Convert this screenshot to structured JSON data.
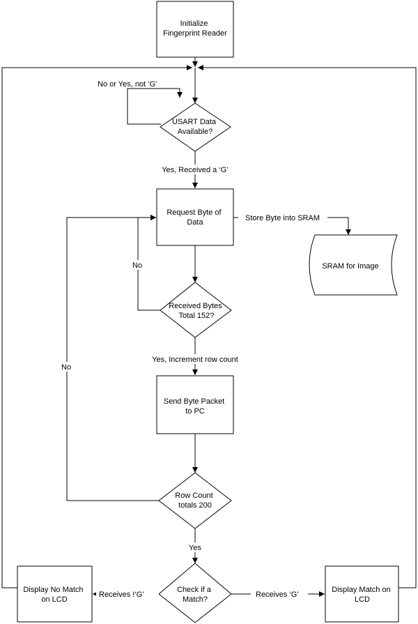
{
  "nodes": {
    "init": [
      "Initialize",
      "Fingerprint Reader"
    ],
    "usart": [
      "USART Data",
      "Available?"
    ],
    "request": [
      "Request Byte of",
      "Data"
    ],
    "sram": [
      "SRAM for Image"
    ],
    "received": [
      "Received Bytes",
      "Total 152?"
    ],
    "send": [
      "Send Byte Packet",
      "to PC"
    ],
    "rowcount": [
      "Row Count",
      "totals 200"
    ],
    "check": [
      "Check if a",
      "Match?"
    ],
    "nomatch": [
      "Display No Match",
      "on LCD"
    ],
    "match": [
      "Display Match on",
      "LCD"
    ]
  },
  "edges": {
    "usart_loop": "No or Yes, not ‘G’",
    "usart_yes": "Yes, Received a ‘G’",
    "store": "Store Byte into SRAM",
    "received_no": "No",
    "received_yes": "Yes, Increment row count",
    "rowcount_no": "No",
    "rowcount_yes": "Yes",
    "receives_not_g": "Receives !‘G’",
    "receives_g": "Receives ‘G’"
  }
}
